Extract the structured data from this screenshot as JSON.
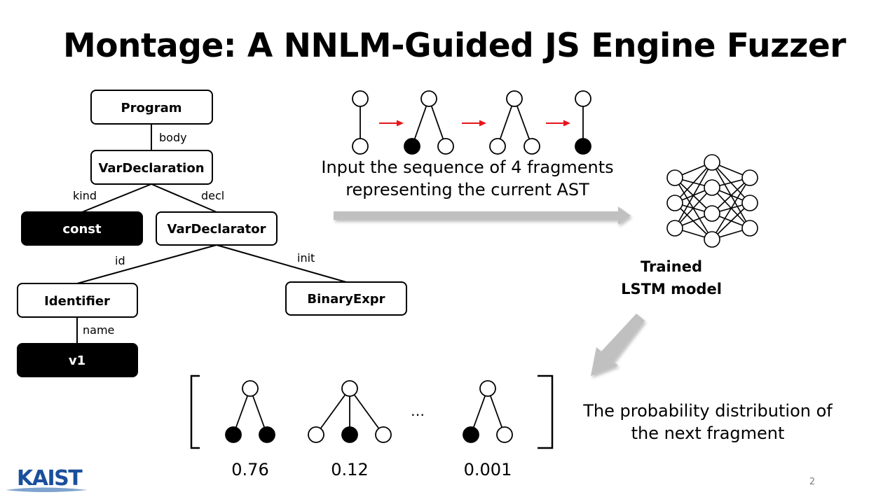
{
  "title": "Montage: A NNLM-Guided JS Engine Fuzzer",
  "ast": {
    "nodes": {
      "program": "Program",
      "var_declaration": "VarDeclaration",
      "const": "const",
      "var_declarator": "VarDeclarator",
      "identifier": "Identifier",
      "binary_expr": "BinaryExpr",
      "v1": "v1"
    },
    "edges": {
      "body": "body",
      "kind": "kind",
      "decl": "decl",
      "id": "id",
      "init": "init",
      "name": "name"
    }
  },
  "input_caption": {
    "line1": "Input the sequence of 4 fragments",
    "line2": "representing the current AST"
  },
  "model_label": {
    "line1": "Trained",
    "line2": "LSTM model"
  },
  "output_caption": {
    "line1": "The probability distribution of",
    "line2": "the next fragment"
  },
  "probabilities": [
    "0.76",
    "0.12",
    "0.001"
  ],
  "ellipsis": "…",
  "logo": "KAIST",
  "page_number": "2",
  "colors": {
    "sequence_arrow": "#e8141b",
    "flow_arrow": "#c0c0c0",
    "logo": "#1b4f9c",
    "filled_node": "#000000"
  }
}
